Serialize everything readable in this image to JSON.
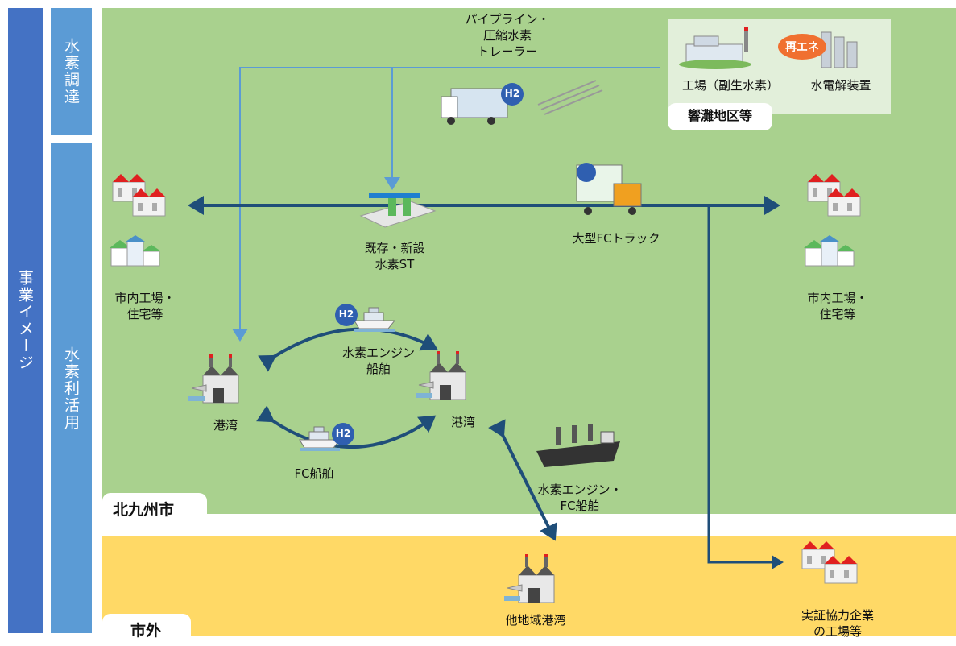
{
  "sidebar": {
    "outer_label": "事業イメージ",
    "procurement_label": "水素調達",
    "utilization_label": "水素利活用"
  },
  "regions": {
    "kitakyushu": "北九州市",
    "outside": "市外"
  },
  "supply_box": {
    "factory_label": "工場（副生水素）",
    "electrolyzer_label": "水電解装置",
    "renewable_badge": "再エネ",
    "area_label": "響灘地区等"
  },
  "labels": {
    "pipeline": "パイプライン・\n圧縮水素\nトレーラー",
    "station": "既存・新設\n水素ST",
    "fc_truck": "大型FCトラック",
    "city_left": "市内工場・\n住宅等",
    "city_right": "市内工場・\n住宅等",
    "port_left": "港湾",
    "port_right": "港湾",
    "h2_engine_ship": "水素エンジン\n船舶",
    "fc_ship": "FC船舶",
    "cargo_ship": "水素エンジン・\nFC船舶",
    "other_port": "他地域港湾",
    "partner_factory": "実証協力企業\nの工場等"
  },
  "badges": {
    "h2": "H2"
  },
  "colors": {
    "sidebar_blue": "#4472c4",
    "sidebar_light": "#5b9bd5",
    "green_area": "#a9d18e",
    "yellow_area": "#ffd966",
    "arrow_dark": "#1f4e79",
    "arrow_light": "#5b9bd5",
    "factory_red": "#e02020"
  }
}
